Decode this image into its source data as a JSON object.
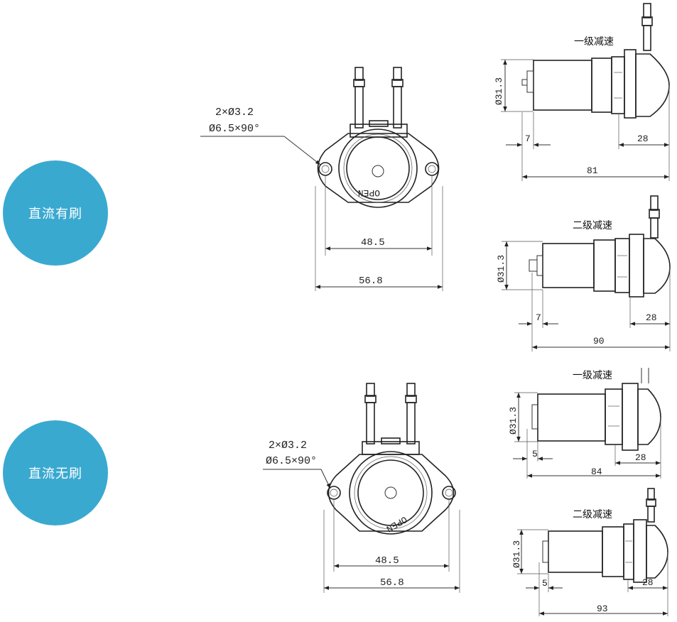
{
  "sections": [
    {
      "label": "直流有刷",
      "color": "#3aa9d0"
    },
    {
      "label": "直流无刷",
      "color": "#3aa9d0"
    }
  ],
  "front_top": {
    "note_line1": "2×Ø3.2",
    "note_line2": "Ø6.5×90°",
    "open_text": "OPEN",
    "dim_inner": "48.5",
    "dim_outer": "56.8"
  },
  "front_bottom": {
    "note_line1": "2×Ø3.2",
    "note_line2": "Ø6.5×90°",
    "open_text": "OPEN",
    "dim_inner": "48.5",
    "dim_outer": "56.8"
  },
  "side_views": [
    {
      "caption": "一级减速",
      "dia": "Ø31.3",
      "dim_a": "7",
      "dim_b": "28",
      "dim_total": "81"
    },
    {
      "caption": "二级减速",
      "dia": "Ø31.3",
      "dim_a": "7",
      "dim_b": "28",
      "dim_total": "90"
    },
    {
      "caption": "一级减速",
      "dia": "Ø31.3",
      "dim_a": "5",
      "dim_b": "28",
      "dim_total": "84"
    },
    {
      "caption": "二级减速",
      "dia": "Ø31.3",
      "dim_a": "5",
      "dim_b": "28",
      "dim_total": "93"
    }
  ]
}
